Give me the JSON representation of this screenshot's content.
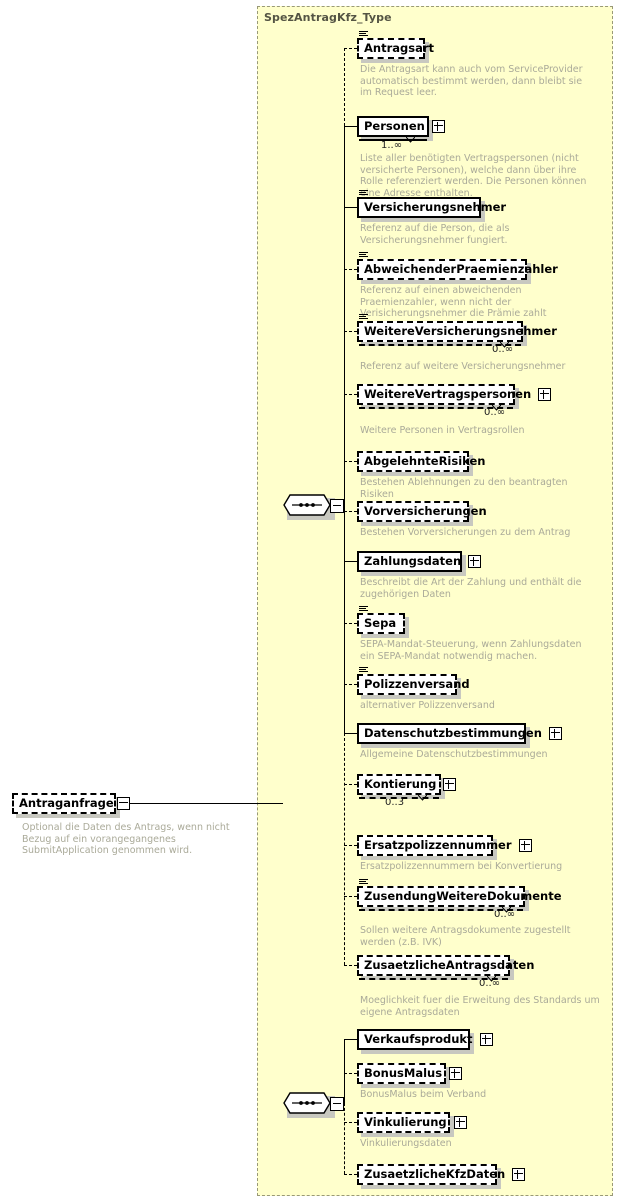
{
  "diagram": {
    "kind": "xsd-schema-diagram",
    "root": {
      "name": "Antraganfrage",
      "optional": true,
      "expander": "minus",
      "annotation": "Optional die Daten des Antrags, wenn nicht Bezug auf ein vorangegangenes SubmitApplication genommen wird."
    },
    "type_container": {
      "title": "SpezAntragKfz_Type"
    },
    "sequence_label": "sequence-compositor",
    "groups": [
      {
        "id": "main-sequence",
        "elements": [
          {
            "name": "Antragsart",
            "optional": true,
            "expander": null,
            "attribute_glyph": true,
            "multiplicity": null,
            "annotation": "Die Antragsart kann auch vom ServiceProvider automatisch bestimmt werden, dann bleibt sie im Request leer."
          },
          {
            "name": "Personen",
            "optional": false,
            "expander": "plus",
            "attribute_glyph": false,
            "repeat": true,
            "multiplicity": "1..∞",
            "annotation": "Liste aller benötigten Vertragspersonen (nicht versicherte Personen), welche dann über ihre Rolle referenziert werden. Die Personen können eine Adresse enthalten."
          },
          {
            "name": "Versicherungsnehmer",
            "optional": false,
            "expander": null,
            "attribute_glyph": true,
            "multiplicity": null,
            "annotation": "Referenz auf die Person, die als Versicherungsnehmer fungiert."
          },
          {
            "name": "AbweichenderPraemienzahler",
            "optional": true,
            "expander": null,
            "attribute_glyph": true,
            "multiplicity": null,
            "annotation": "Referenz auf einen abweichenden Praemienzahler, wenn nicht der Verisicherungsnehmer die Prämie zahlt"
          },
          {
            "name": "WeitereVersicherungsnehmer",
            "optional": true,
            "expander": null,
            "attribute_glyph": true,
            "repeat": true,
            "multiplicity": "0..∞",
            "annotation": "Referenz auf weitere Versicherungsnehmer"
          },
          {
            "name": "WeitereVertragspersonen",
            "optional": true,
            "expander": "plus",
            "attribute_glyph": false,
            "repeat": true,
            "multiplicity": "0..∞",
            "annotation": "Weitere Personen in Vertragsrollen"
          },
          {
            "name": "AbgelehnteRisiken",
            "optional": true,
            "expander": null,
            "attribute_glyph": false,
            "multiplicity": null,
            "annotation": "Bestehen Ablehnungen zu den beantragten Risiken"
          },
          {
            "name": "Vorversicherungen",
            "optional": true,
            "expander": null,
            "attribute_glyph": false,
            "multiplicity": null,
            "annotation": "Bestehen Vorversicherungen zu dem Antrag"
          },
          {
            "name": "Zahlungsdaten",
            "optional": false,
            "expander": "plus",
            "attribute_glyph": false,
            "multiplicity": null,
            "annotation": "Beschreibt die Art der Zahlung und enthält die zugehörigen Daten"
          },
          {
            "name": "Sepa",
            "optional": true,
            "expander": null,
            "attribute_glyph": true,
            "multiplicity": null,
            "annotation": "SEPA-Mandat-Steuerung, wenn Zahlungsdaten ein SEPA-Mandat notwendig machen."
          },
          {
            "name": "Polizzenversand",
            "optional": true,
            "expander": null,
            "attribute_glyph": true,
            "multiplicity": null,
            "annotation": "alternativer Polizzenversand"
          },
          {
            "name": "Datenschutzbestimmungen",
            "optional": false,
            "expander": "plus",
            "attribute_glyph": false,
            "multiplicity": null,
            "annotation": "Allgemeine Datenschutzbestimmungen"
          },
          {
            "name": "Kontierung",
            "optional": true,
            "expander": "plus",
            "attribute_glyph": false,
            "repeat": true,
            "multiplicity": "0..3",
            "annotation": ""
          },
          {
            "name": "Ersatzpolizzennummer",
            "optional": true,
            "expander": "plus",
            "attribute_glyph": false,
            "multiplicity": null,
            "annotation": "Ersatzpolizzennummern bei Konvertierung"
          },
          {
            "name": "ZusendungWeitereDokumente",
            "optional": true,
            "expander": null,
            "attribute_glyph": true,
            "repeat": true,
            "multiplicity": "0..∞",
            "annotation": "Sollen weitere Antragsdokumente zugestellt werden (z.B. IVK)"
          },
          {
            "name": "ZusaetzlicheAntragsdaten",
            "optional": true,
            "expander": null,
            "attribute_glyph": false,
            "repeat": true,
            "multiplicity": "0..∞",
            "annotation": "Moeglichkeit fuer die Erweitung des Standards um eigene Antragsdaten"
          }
        ]
      },
      {
        "id": "kfz-sequence",
        "elements": [
          {
            "name": "Verkaufsprodukt",
            "optional": false,
            "expander": "plus",
            "attribute_glyph": false,
            "multiplicity": null,
            "annotation": ""
          },
          {
            "name": "BonusMalus",
            "optional": true,
            "expander": "plus",
            "attribute_glyph": false,
            "multiplicity": null,
            "annotation": "BonusMalus beim Verband"
          },
          {
            "name": "Vinkulierung",
            "optional": true,
            "expander": "plus",
            "attribute_glyph": false,
            "multiplicity": null,
            "annotation": "Vinkulierungsdaten"
          },
          {
            "name": "ZusaetzlicheKfzDaten",
            "optional": true,
            "expander": "plus",
            "attribute_glyph": false,
            "multiplicity": null,
            "annotation": ""
          }
        ]
      }
    ],
    "colors": {
      "type_background": "#ffffcc",
      "type_border": "#999977",
      "element_fill": "#ffffff",
      "element_border": "#000000",
      "annotation_text": "#aaaa99",
      "title_text": "#555544",
      "shadow": "#c8c8c0"
    }
  }
}
